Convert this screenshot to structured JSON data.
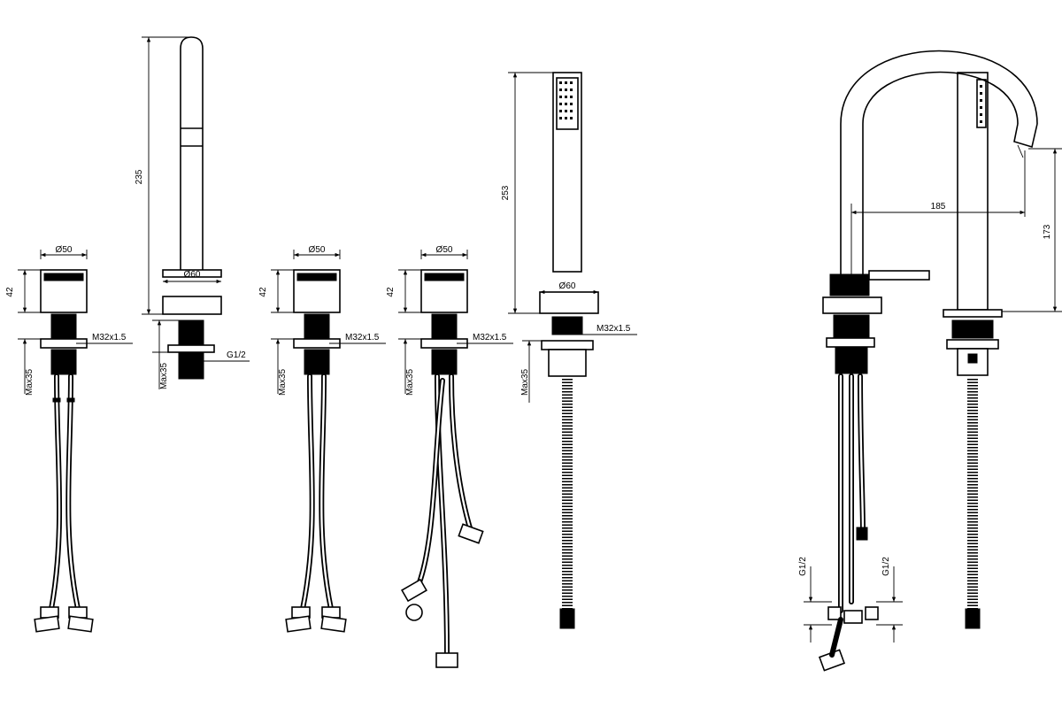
{
  "views": {
    "valve_1": {
      "diameter": "Ø50",
      "height": "42",
      "thread": "M32x1.5",
      "max_thickness": "Max35"
    },
    "spout": {
      "height": "235",
      "diameter": "Ø60",
      "connection": "G1/2",
      "max_thickness": "Max35"
    },
    "valve_2": {
      "diameter": "Ø50",
      "height": "42",
      "thread": "M32x1.5",
      "max_thickness": "Max35"
    },
    "valve_3": {
      "diameter": "Ø50",
      "height": "42",
      "thread": "M32x1.5",
      "max_thickness": "Max35"
    },
    "shower": {
      "height": "253",
      "diameter": "Ø60",
      "thread": "M32x1.5",
      "max_thickness": "Max35"
    },
    "mixer": {
      "reach": "185",
      "height": "173",
      "connection_left": "G1/2",
      "connection_right": "G1/2"
    }
  }
}
